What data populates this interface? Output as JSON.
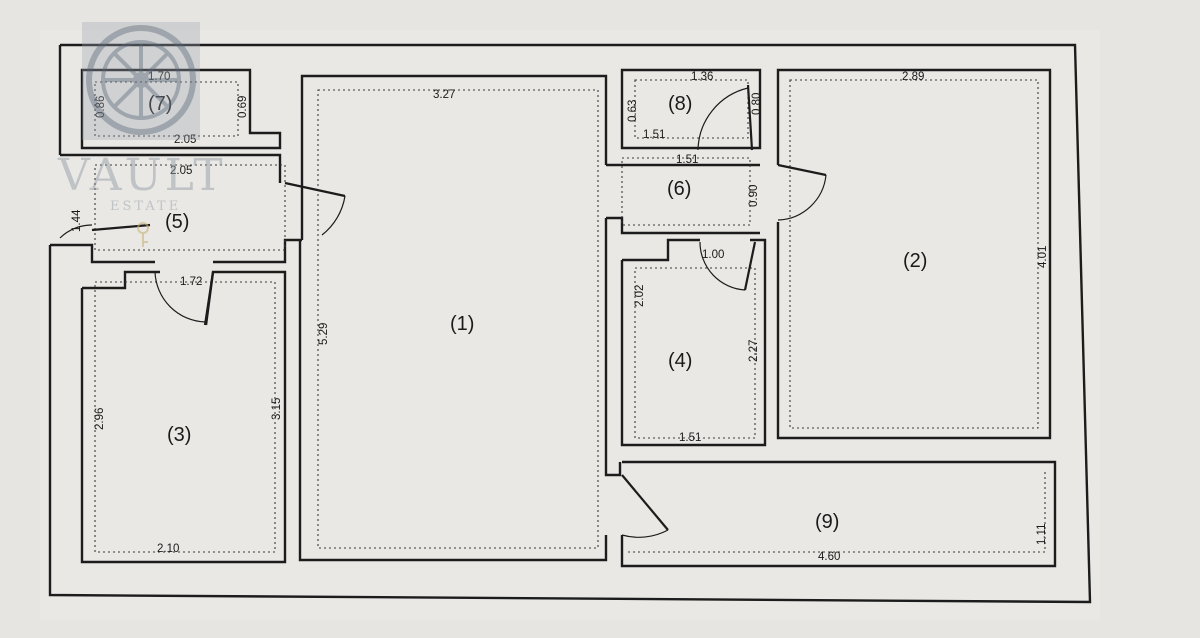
{
  "watermark": {
    "brand_name": "VAULT",
    "brand_sub": "ESTATE",
    "color": "#8f97a3"
  },
  "floor_plan": {
    "rooms": [
      {
        "id": "1",
        "label": "(1)",
        "dims": [
          "3.27",
          "5.29"
        ]
      },
      {
        "id": "2",
        "label": "(2)",
        "dims": [
          "2.89",
          "4.01"
        ]
      },
      {
        "id": "3",
        "label": "(3)",
        "dims": [
          "2.96",
          "3.15",
          "2.10"
        ]
      },
      {
        "id": "4",
        "label": "(4)",
        "dims": [
          "2.02",
          "2.27",
          "1.51",
          "1.00"
        ]
      },
      {
        "id": "5",
        "label": "(5)",
        "dims": [
          "1.44",
          "2.05",
          "1.72"
        ]
      },
      {
        "id": "6",
        "label": "(6)",
        "dims": [
          "1.51",
          "0.90"
        ]
      },
      {
        "id": "7",
        "label": "(7)",
        "dims": [
          "1.70",
          "0.86",
          "0.69",
          "2.05"
        ]
      },
      {
        "id": "8",
        "label": "(8)",
        "dims": [
          "1.36",
          "0.63",
          "0.80",
          "1.51"
        ]
      },
      {
        "id": "9",
        "label": "(9)",
        "dims": [
          "4.60",
          "1.11"
        ]
      }
    ],
    "colors": {
      "wall": "#1c1c1c",
      "paper": "#e6e5e1"
    }
  }
}
